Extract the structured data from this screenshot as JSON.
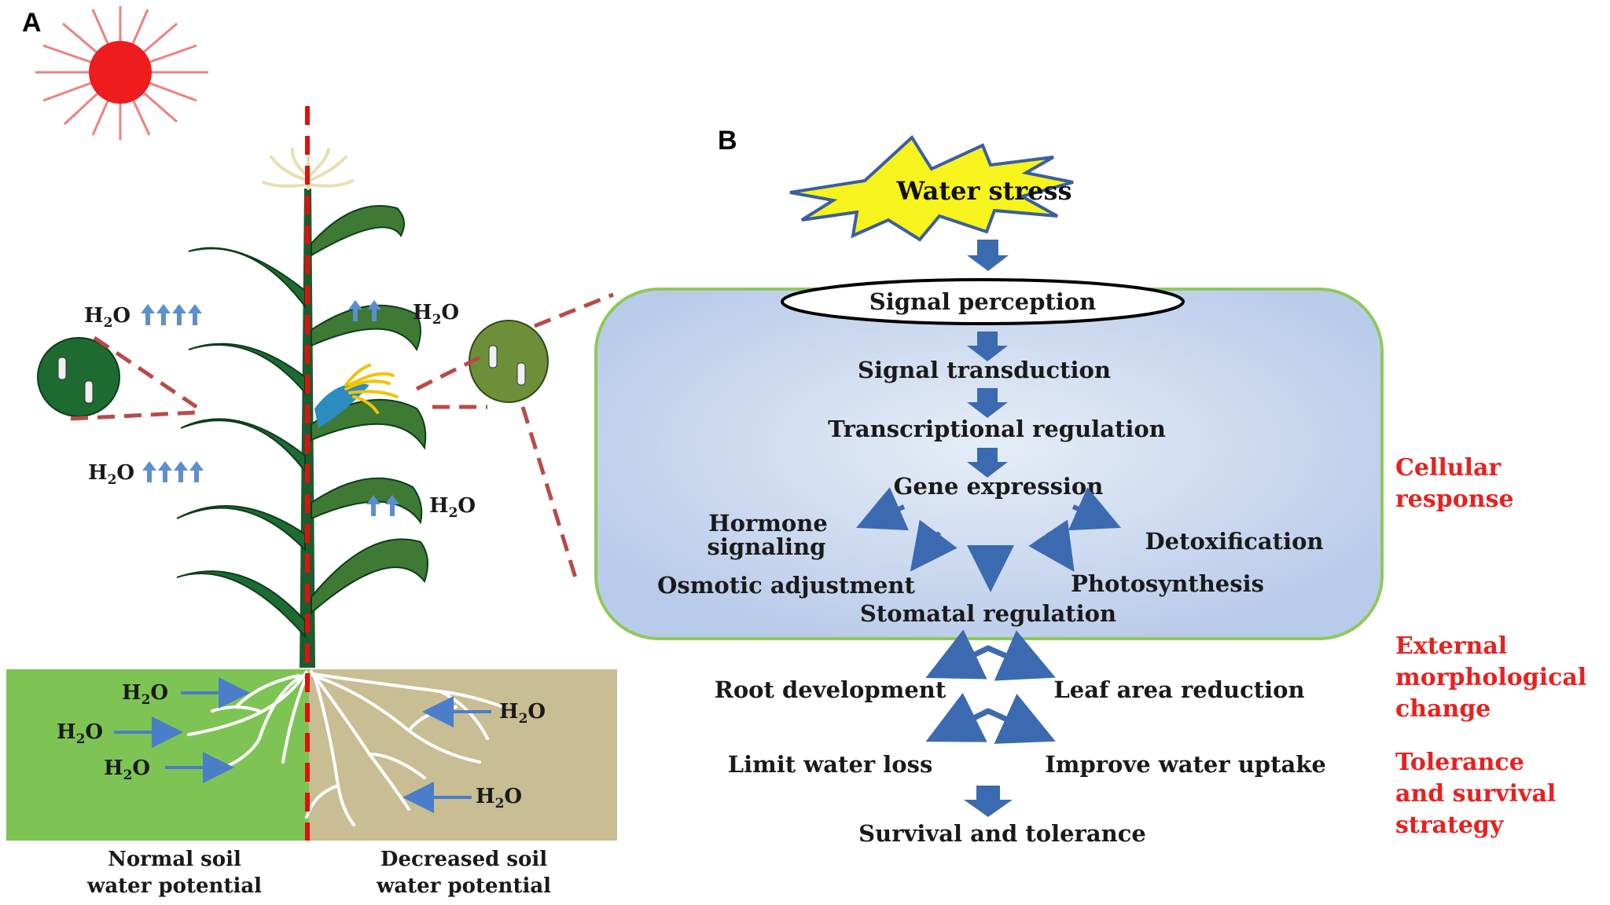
{
  "panels": {
    "a": "A",
    "b": "B"
  },
  "water": {
    "h2o_main": "H",
    "h2o_sub": "2",
    "h2o_end": "O"
  },
  "soil_labels": {
    "left_line1": "Normal soil",
    "left_line2": "water potential",
    "right_line1": "Decreased soil",
    "right_line2": "water potential"
  },
  "flow": {
    "stress": "Water stress",
    "perception": "Signal perception",
    "transduction": "Signal transduction",
    "transcription": "Transcriptional regulation",
    "expression": "Gene expression",
    "hormone_line1": "Hormone",
    "hormone_line2": "signaling",
    "detox": "Detoxification",
    "osmotic": "Osmotic adjustment",
    "photosynthesis": "Photosynthesis",
    "stomatal": "Stomatal regulation",
    "root": "Root development",
    "leaf_area": "Leaf area reduction",
    "limit": "Limit water loss",
    "improve": "Improve water uptake",
    "survival": "Survival and tolerance"
  },
  "side_labels": {
    "cellular_1": "Cellular",
    "cellular_2": "response",
    "external_1": "External",
    "external_2": "morphological",
    "external_3": "change",
    "tolerance_1": "Tolerance",
    "tolerance_2": "and survival",
    "tolerance_3": "strategy"
  },
  "colors": {
    "arrow": "#3b6ab0",
    "side_label": "#e8211f",
    "box_fill": "#c7d6ee",
    "box_border": "#8fc95a",
    "star": "#f7f31c",
    "sun": "#ee1c1c",
    "normal_soil": "#7ec454",
    "dry_soil": "#c8bd93",
    "leaf_dark": "#1e6b32",
    "leaf_olive": "#6e8f3a",
    "dash_red": "#e01010"
  }
}
